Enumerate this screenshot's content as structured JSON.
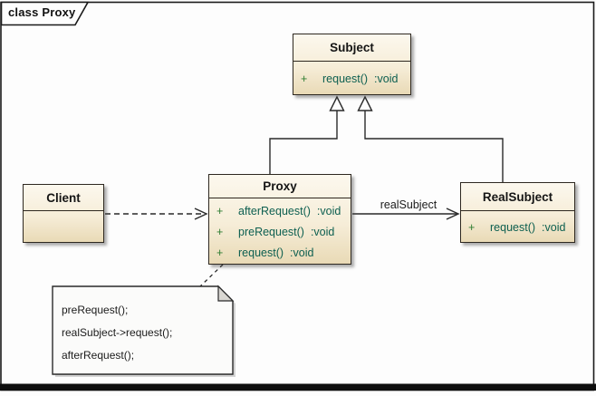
{
  "frame": {
    "title": "class Proxy"
  },
  "classes": [
    {
      "name": "Subject",
      "members": [
        {
          "visibility": "+",
          "signature": "request()",
          "type": ":void"
        }
      ]
    },
    {
      "name": "Proxy",
      "members": [
        {
          "visibility": "+",
          "signature": "afterRequest()",
          "type": ":void"
        },
        {
          "visibility": "+",
          "signature": "preRequest()",
          "type": ":void"
        },
        {
          "visibility": "+",
          "signature": "request()",
          "type": ":void"
        }
      ]
    },
    {
      "name": "RealSubject",
      "members": [
        {
          "visibility": "+",
          "signature": "request()",
          "type": ":void"
        }
      ]
    },
    {
      "name": "Client",
      "members": []
    }
  ],
  "edges": {
    "association_label": "realSubject",
    "proxy_to_subject": "generalization",
    "realsubject_to_subject": "generalization",
    "client_to_proxy": "dashed-dependency"
  },
  "note": {
    "lines": [
      "preRequest();",
      "realSubject->request();",
      "afterRequest();"
    ]
  },
  "colors": {
    "class_border": "#2e2820",
    "class_fill_top": "#fcf8ee",
    "class_fill_bottom": "#e9dab6",
    "visibility_plus": "#2e7d32",
    "member_text": "#0d5f50",
    "connector": "#2a2a2a",
    "frame_border": "#1a1a1a",
    "bottom_bar": "#0e0e0e",
    "note_fill": "#fbfbfa"
  }
}
